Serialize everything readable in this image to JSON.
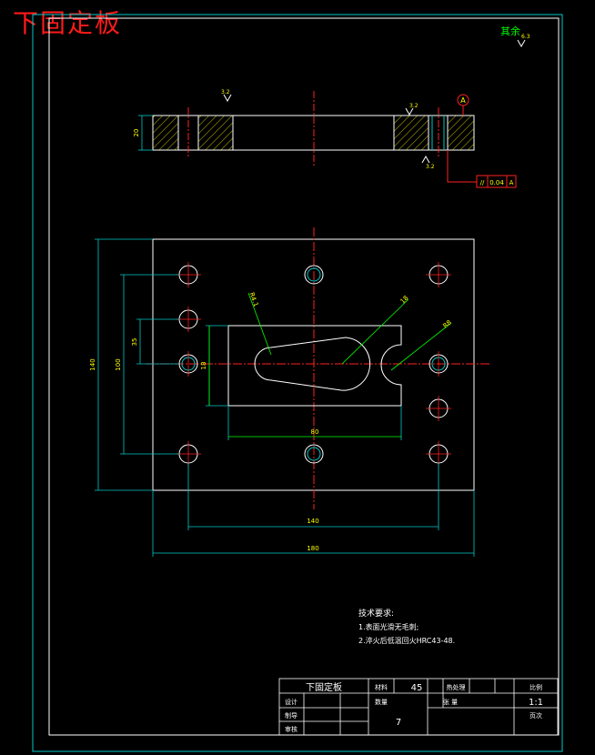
{
  "page_heading": "下固定板",
  "surface_finish": {
    "remaining_label": "其余",
    "remaining_value": "6.3",
    "hole_value": "3.2"
  },
  "datum": {
    "label": "A"
  },
  "tolerance_frame": {
    "symbol": "//",
    "value": "0.04",
    "datum": "A"
  },
  "dimensions": {
    "thickness": "20",
    "height_overall": "140",
    "height_holes": "100",
    "height_small": "35",
    "height_pocket": "18",
    "width_overall": "180",
    "width_holes": "140",
    "width_pocket": "80",
    "pocket_radius": "R4.1",
    "leader_right_1": "18",
    "leader_right_2": "R8"
  },
  "tech_notes": {
    "title": "技术要求:",
    "items": [
      "1.表面光滑无毛刺;",
      "2.淬火后低温回火HRC43-48."
    ]
  },
  "title_block": {
    "part_name": "下固定板",
    "material_label": "材料",
    "material_value": "45",
    "process_label": "热处理",
    "scale_label": "比例",
    "scale_value": "1:1",
    "design_label": "设计",
    "quantity_label": "数量",
    "sheet_label": "张 量",
    "drawn_label": "制导",
    "proof_label": "审核",
    "sheet_no": "7",
    "page_label": "页次"
  }
}
